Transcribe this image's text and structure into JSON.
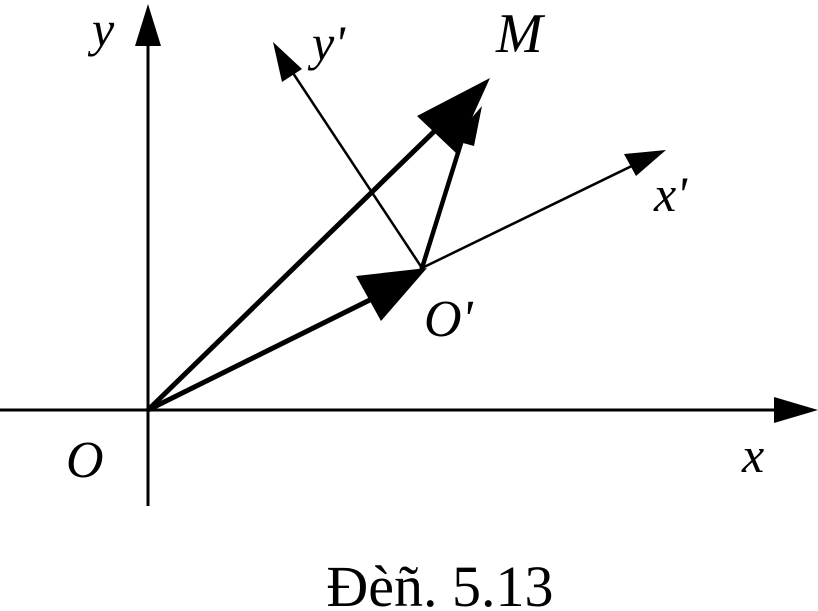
{
  "labels": {
    "y_axis": "y",
    "x_axis": "x",
    "origin": "O",
    "y_prime": "y'",
    "x_prime": "x'",
    "point_m": "M",
    "origin_prime": "O'"
  },
  "caption": "Đèñ. 5.13",
  "colors": {
    "ink": "#000000",
    "background": "#ffffff"
  }
}
